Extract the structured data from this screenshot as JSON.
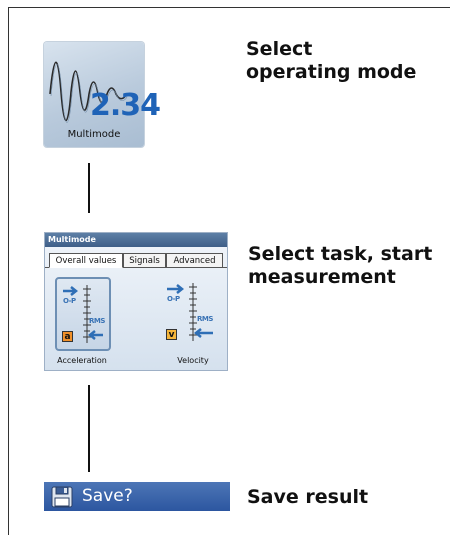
{
  "steps": [
    {
      "label": "Select\noperating mode"
    },
    {
      "label": "Select task, start\nmeasurement"
    },
    {
      "label": "Save result"
    }
  ],
  "multimode_icon": {
    "digits": "2.34",
    "caption": "Multimode",
    "icon": "waveform-icon"
  },
  "multimode_screen": {
    "title": "Multimode",
    "tabs": [
      "Overall values",
      "Signals",
      "Advanced"
    ],
    "active_tab": "Overall values",
    "meters": [
      {
        "peak_label": "O-P",
        "rms_label": "RMS",
        "badge": "a",
        "label": "Acceleration"
      },
      {
        "peak_label": "O-P",
        "rms_label": "RMS",
        "badge": "v",
        "label": "Velocity"
      }
    ]
  },
  "save_bar": {
    "text": "Save?",
    "icon": "floppy-disk-icon"
  },
  "colors": {
    "accent_blue": "#2c56a0",
    "digit_blue": "#1f63b7",
    "badge_orange": "#f0902a"
  }
}
